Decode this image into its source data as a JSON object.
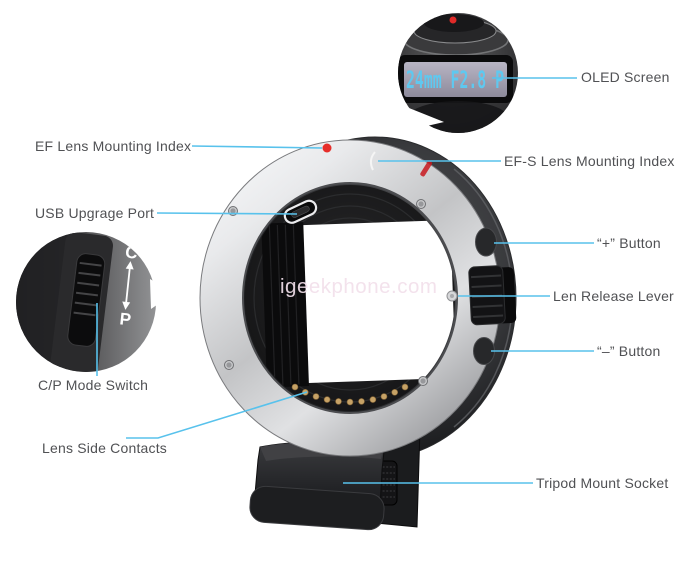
{
  "diagram": {
    "watermark": "igeekphone.com",
    "labels": {
      "oled": "OLED Screen",
      "ef_index": "EF Lens Mounting Index",
      "efs_index": "EF-S Lens Mounting Index",
      "usb": "USB Upgrage Port",
      "plus": "“+” Button",
      "lever": "Len Release Lever",
      "minus": "“–” Button",
      "cp": "C/P Mode Switch",
      "contacts": "Lens Side Contacts",
      "tripod": "Tripod Mount Socket"
    },
    "oled_display": "24mm F2.8 P",
    "switch": {
      "mode_top": "C",
      "mode_bottom": "P"
    },
    "colors": {
      "leader_line": "#58c2ec",
      "oled_text": "#5fc8ef",
      "label_text": "#505154",
      "index_dot": "#e62e2a",
      "watermark": "#f2e0eb"
    }
  }
}
